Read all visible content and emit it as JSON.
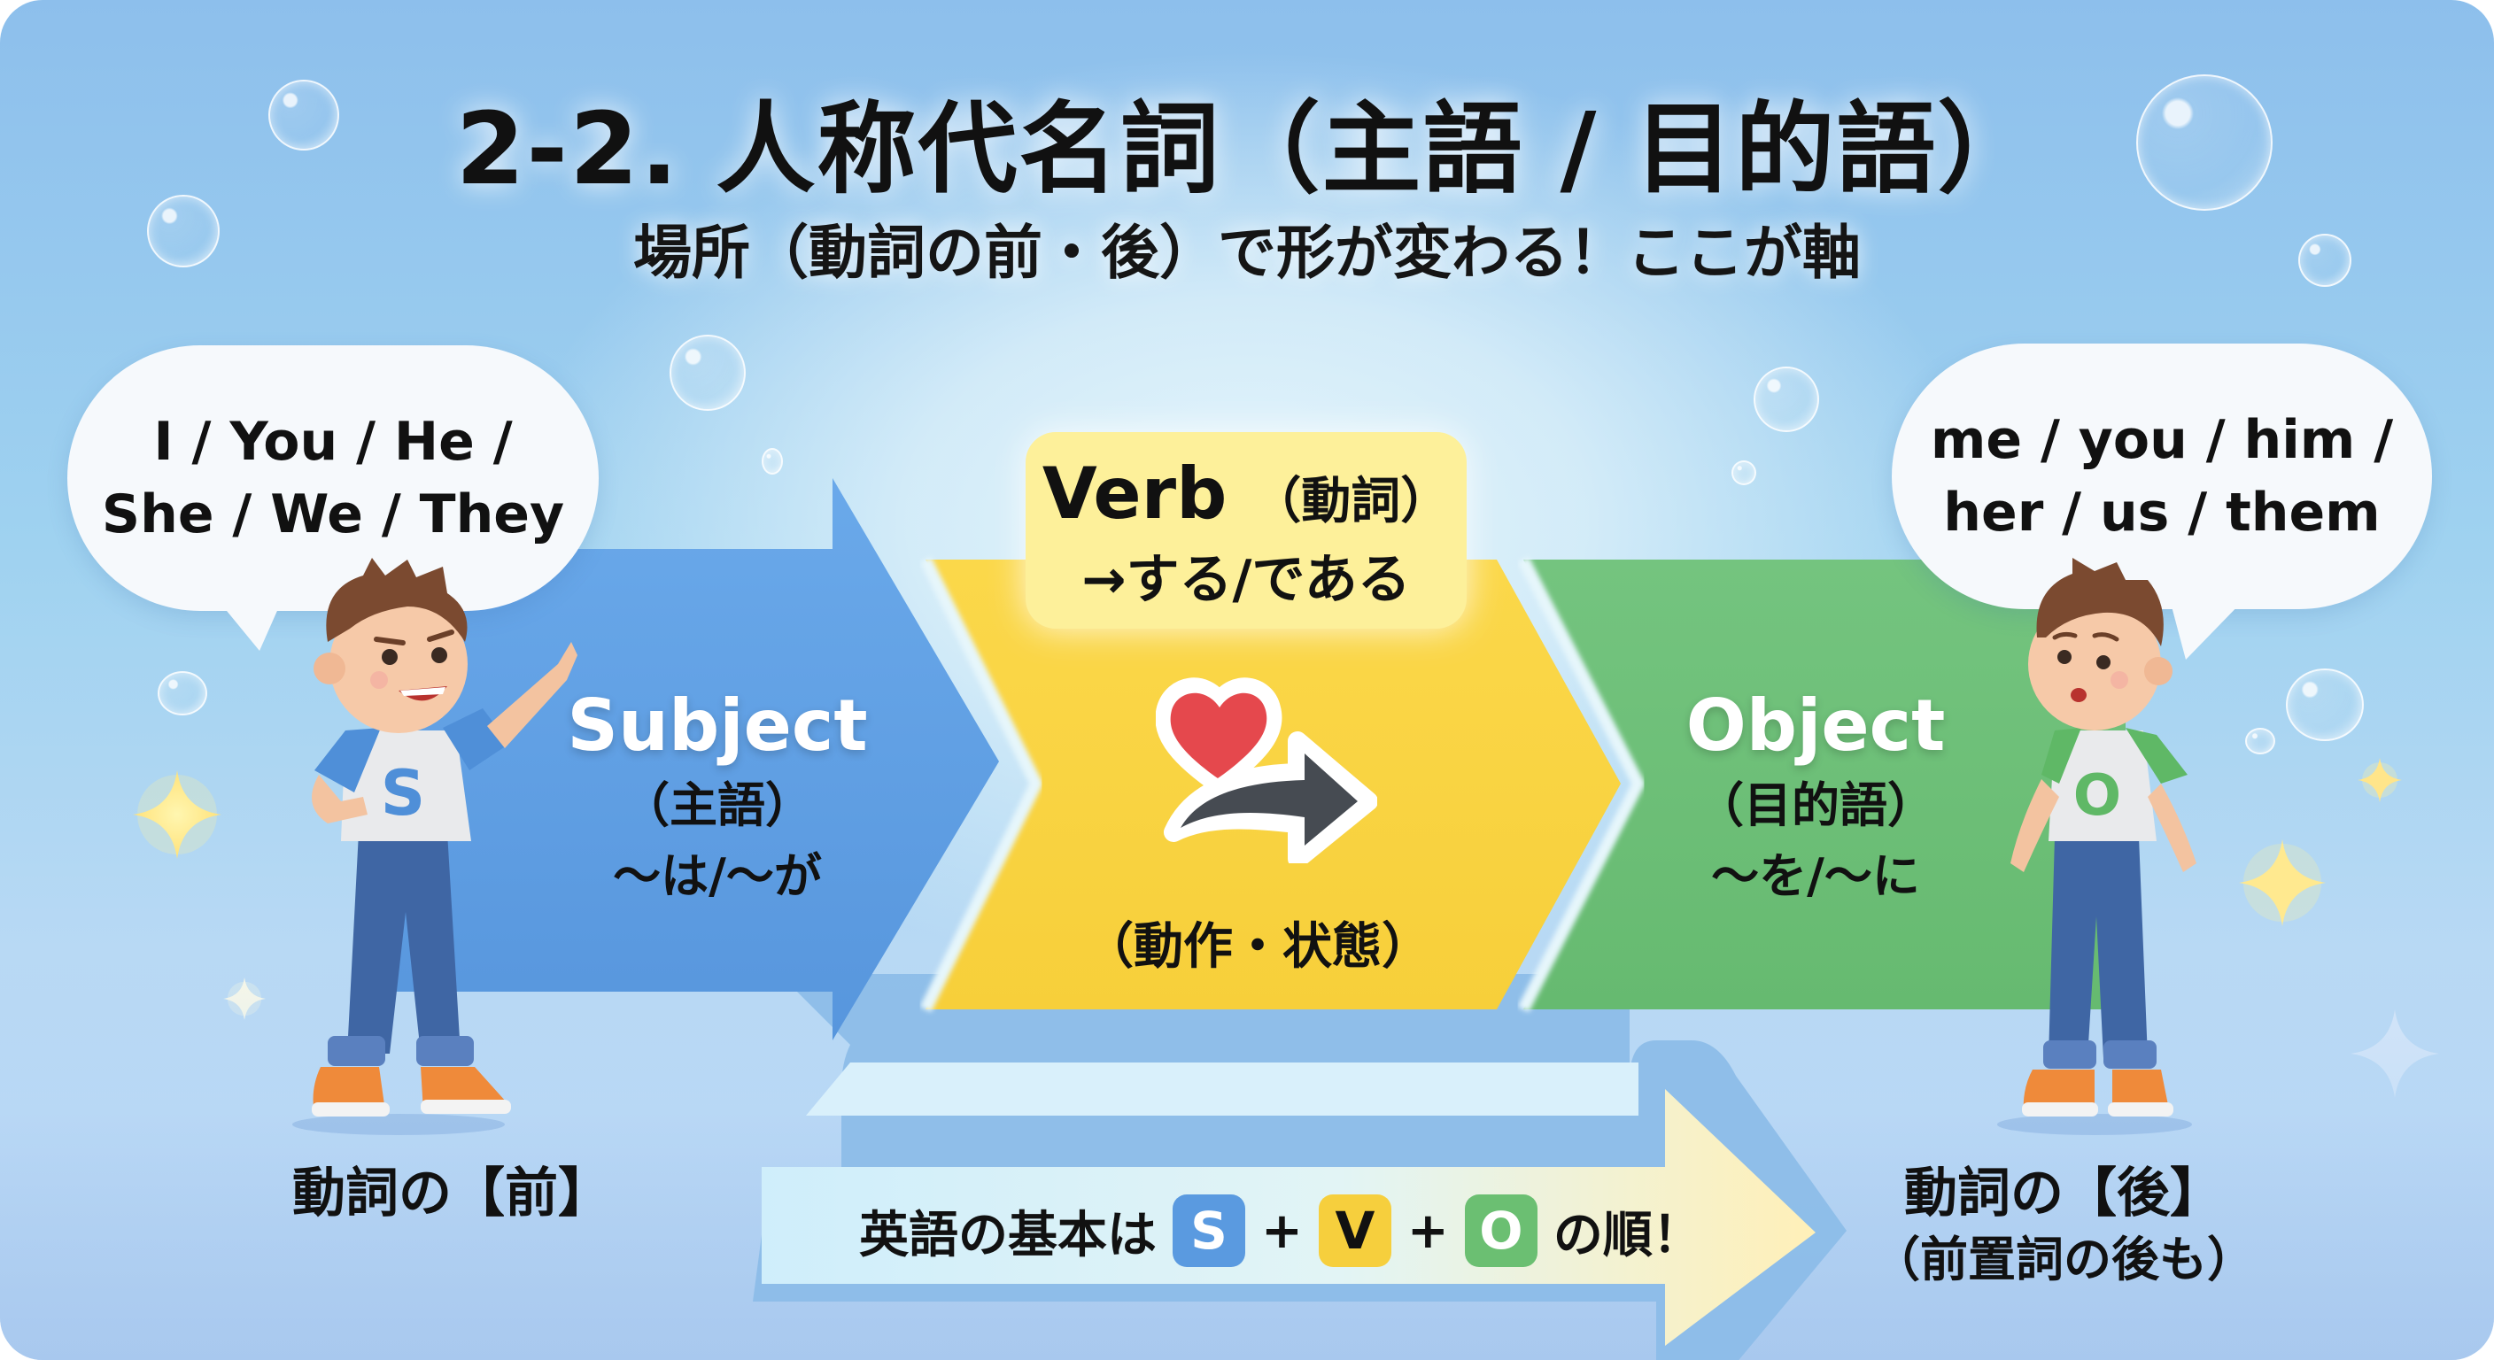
{
  "header": {
    "title": "2-2. 人称代名詞（主語 / 目的語）",
    "subtitle": "場所（動詞の前・後）で形が変わる！ここが軸"
  },
  "colors": {
    "subject_blue": "#5a9ae0",
    "verb_yellow": "#f8d23e",
    "verb_box": "#fdf09a",
    "object_green": "#6cbf76",
    "background_top": "#8dbfec",
    "background_glow": "#e4f5fb",
    "text": "#111111"
  },
  "left_speech": {
    "line1": "I / You / He /",
    "line2": "She / We / They"
  },
  "right_speech": {
    "line1": "me / you / him /",
    "line2": "her / us / them"
  },
  "subject": {
    "en": "Subject",
    "jp": "（主語）",
    "particles": "〜は/〜が"
  },
  "verb": {
    "title": "Verb",
    "title_jp": "（動詞）",
    "meaning": "→する/である",
    "icon": "heart-arrow-icon",
    "caption": "（動作・状態）"
  },
  "object": {
    "en": "Object",
    "jp": "（目的語）",
    "particles": "〜を/〜に"
  },
  "characters": {
    "left": {
      "shirt_letter": "S",
      "shirt_color": "#5a9ae0"
    },
    "right": {
      "shirt_letter": "O",
      "shirt_color": "#6bbf72"
    }
  },
  "position_labels": {
    "before": "動詞の【前】",
    "after_line1": "動詞の【後】",
    "after_line2": "（前置詞の後も）"
  },
  "svo_message": {
    "prefix": "英語の基本は",
    "s": "S",
    "plus1": "+",
    "v": "V",
    "plus2": "+",
    "o": "O",
    "suffix": "の順！"
  }
}
